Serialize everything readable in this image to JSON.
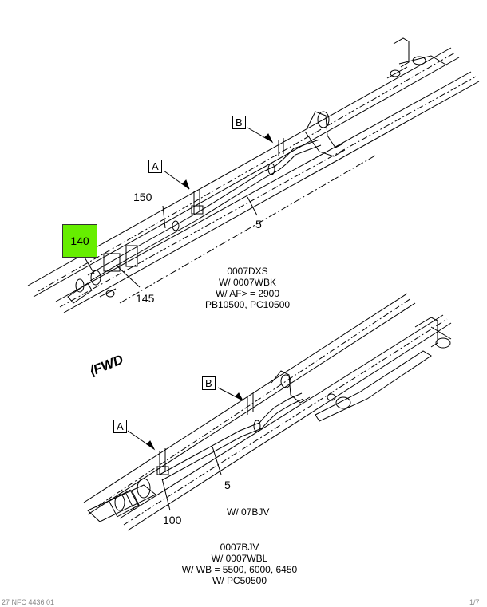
{
  "upper": {
    "callouts": {
      "hotspot": "140",
      "c150": "150",
      "c5": "5",
      "c145": "145",
      "boxA": "A",
      "boxB": "B"
    },
    "note": [
      "0007DXS",
      "W/ 0007WBK",
      "W/ AF> = 2900",
      "PB10500, PC10500"
    ]
  },
  "direction": "FWD",
  "lower": {
    "callouts": {
      "boxA": "A",
      "boxB": "B",
      "c5": "5",
      "c100": "100"
    },
    "side_note": "W/ 07BJV",
    "note": [
      "0007BJV",
      "W/ 0007WBL",
      "W/ WB = 5500, 6000, 6450",
      "W/ PC50500"
    ]
  },
  "footer": {
    "left": "27 NFC 4436 01",
    "right": "1/7"
  }
}
